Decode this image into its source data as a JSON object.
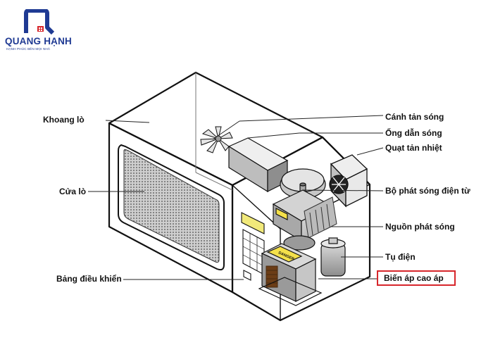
{
  "brand": {
    "name": "QUANG HẠNH",
    "tagline": "HẠNH PHÚC BÊN MỌI NHÀ",
    "primary_color": "#1f3a93",
    "accent_color": "#d7262b"
  },
  "diagram": {
    "left_labels": {
      "cavity": "Khoang lò",
      "door": "Cửa lò",
      "control_panel": "Bảng điều khiển"
    },
    "right_labels": {
      "stirrer": "Cánh tản sóng",
      "waveguide": "Ống dẫn sóng",
      "cooling_fan": "Quạt tản nhiệt",
      "magnetron": "Bộ phát sóng điện từ",
      "power_supply": "Nguồn phát sóng",
      "capacitor": "Tụ điện",
      "transformer": "Biến áp cao áp"
    },
    "warning_text": "DANGER",
    "highlighted_item": "transformer",
    "highlight_color": "#d7262b"
  }
}
